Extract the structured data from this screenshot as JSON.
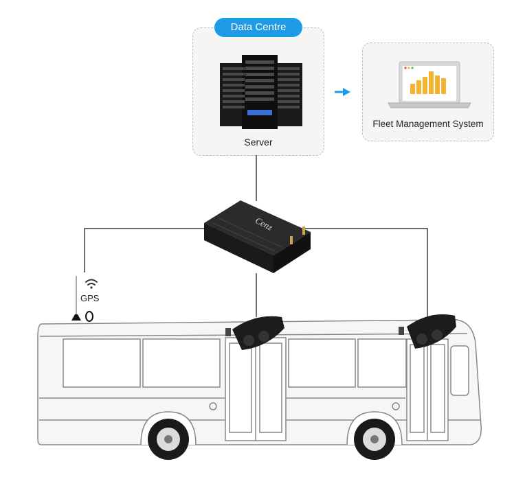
{
  "data_centre": {
    "label": "Data Centre"
  },
  "server": {
    "label": "Server"
  },
  "fleet_management": {
    "label": "Fleet Management System"
  },
  "gps": {
    "label": "GPS"
  },
  "dvr": {
    "brand": "Cenz"
  },
  "colors": {
    "accent": "#1e9be6",
    "chart_bars": "#f3b431"
  },
  "icons": [
    "server-rack-icon",
    "laptop-chart-icon",
    "arrow-right-icon",
    "wifi-icon",
    "gps-antenna-icon",
    "mobile-dvr-icon",
    "dome-camera-icon",
    "bus-icon"
  ]
}
